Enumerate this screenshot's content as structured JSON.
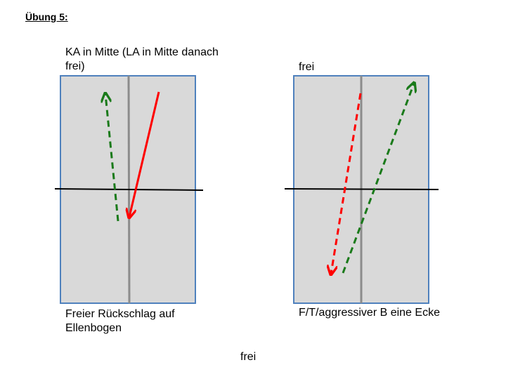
{
  "title": "Übung 5:",
  "left_diagram": {
    "top_label": "KA in Mitte (LA in Mitte danach frei)",
    "bottom_label": "Freier Rückschlag auf Ellenbogen"
  },
  "right_diagram": {
    "top_label": "frei",
    "bottom_label": "F/T/aggressiver B eine Ecke"
  },
  "footer_label": "frei",
  "colors": {
    "court_fill": "#d9d9d9",
    "court_border": "#4f81bd",
    "center_line": "#8c8c8c",
    "net_line": "#000000",
    "red_arrow": "#ff0000",
    "green_arrow": "#1a7a1a"
  }
}
